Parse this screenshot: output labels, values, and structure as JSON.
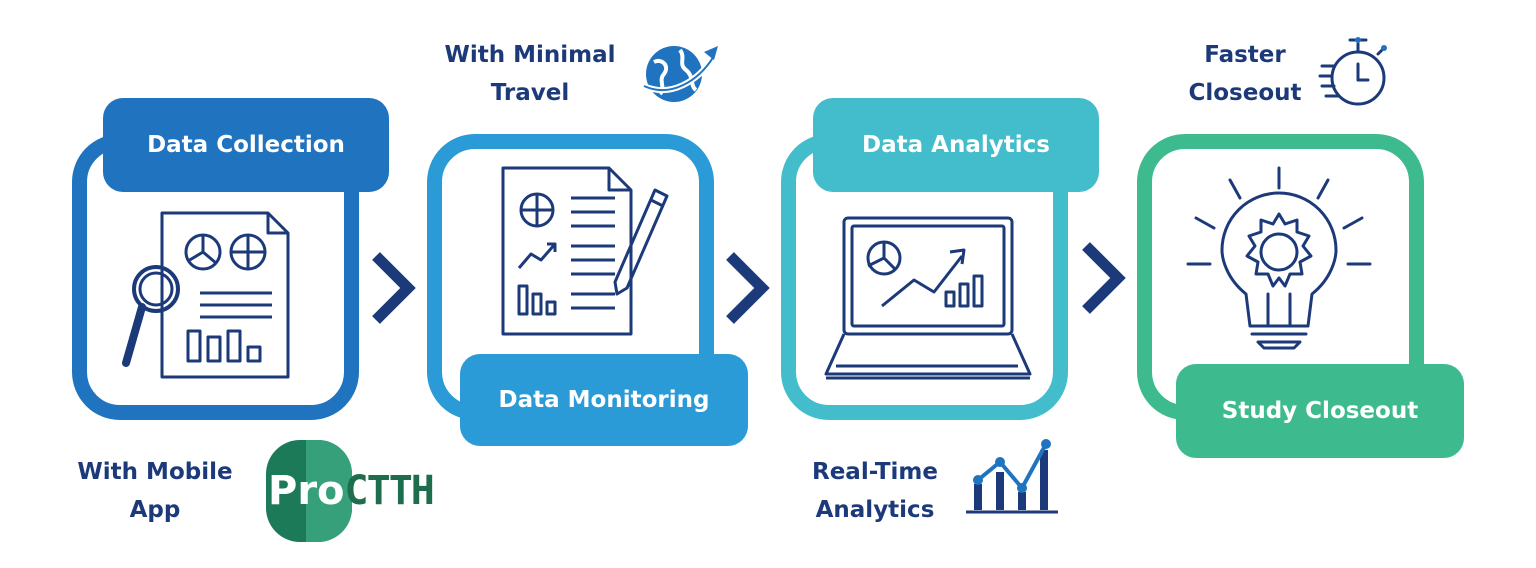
{
  "stages": [
    {
      "label": "Data Collection",
      "color": "#1f73bf"
    },
    {
      "label": "Data Monitoring",
      "color": "#2a9bd6"
    },
    {
      "label": "Data Analytics",
      "color": "#43bccc"
    },
    {
      "label": "Study Closeout",
      "color": "#3dbb8e"
    }
  ],
  "notes": {
    "mobile_line1": "With Mobile",
    "mobile_line2": "App",
    "travel_line1": "With Minimal",
    "travel_line2": "Travel",
    "realtime_line1": "Real-Time",
    "realtime_line2": "Analytics",
    "faster_line1": "Faster",
    "faster_line2": "Closeout"
  },
  "logo": {
    "part1": "Pro",
    "part2": "CTTH"
  },
  "colors": {
    "arrow": "#1c3a7a",
    "ink": "#1c3a7a",
    "icon_fill": "#1f73bf"
  },
  "icons": [
    "document-magnifier-icon",
    "report-pen-icon",
    "laptop-chart-icon",
    "lightbulb-gear-icon",
    "globe-plane-icon",
    "rising-chart-icon",
    "stopwatch-icon",
    "chevron-right-icon"
  ]
}
